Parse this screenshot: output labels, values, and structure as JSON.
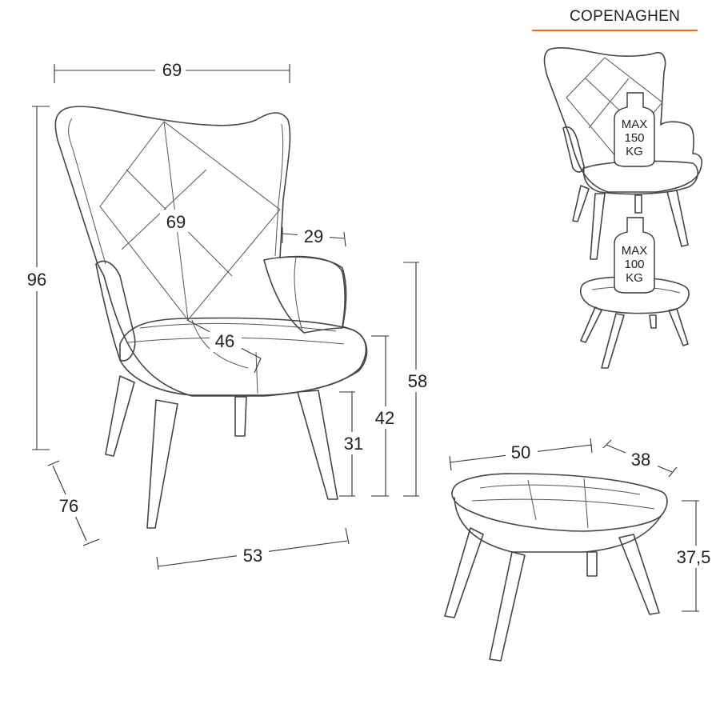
{
  "brand": {
    "name": "COPENAGHEN",
    "underline_color": "#e8712a"
  },
  "armchair": {
    "width": "69",
    "back_height": "69",
    "total_height": "96",
    "armrest_width": "29",
    "seat_depth": "46",
    "depth": "76",
    "base_width": "53",
    "armrest_height": "58",
    "seat_height": "42",
    "leg_height": "31"
  },
  "footstool": {
    "width": "50",
    "depth": "38",
    "height": "37,5"
  },
  "load_labels": {
    "armchair": [
      "MAX",
      "150",
      "KG"
    ],
    "footstool": [
      "MAX",
      "100",
      "KG"
    ]
  }
}
